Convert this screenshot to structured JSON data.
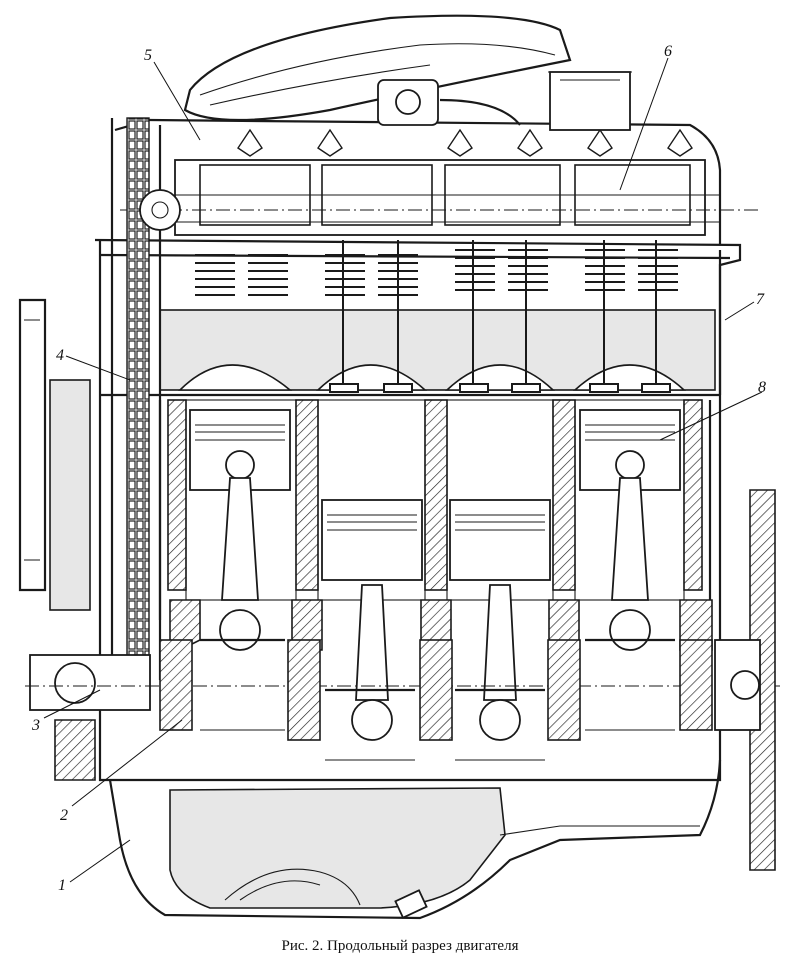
{
  "figure": {
    "caption": "Рис. 2. Продольный разрез двигателя",
    "callouts": [
      "1",
      "2",
      "3",
      "4",
      "5",
      "6",
      "7",
      "8"
    ]
  }
}
